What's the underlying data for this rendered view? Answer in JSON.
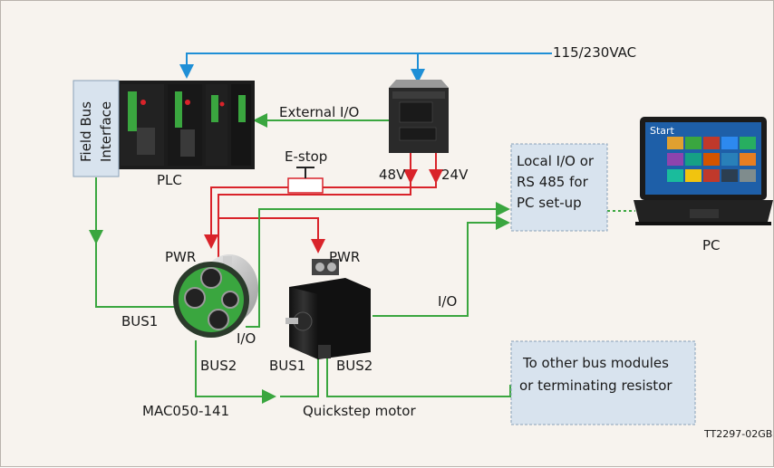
{
  "labels": {
    "mains": "115/230VAC",
    "field_bus_1": "Field Bus",
    "field_bus_2": "Interface",
    "external_io": "External I/O",
    "estop": "E-stop",
    "v48": "48V",
    "v24": "24V",
    "plc": "PLC",
    "local_io_1": "Local I/O or",
    "local_io_2": "RS 485 for",
    "local_io_3": "PC set-up",
    "pc": "PC",
    "pwr_left": "PWR",
    "pwr_right": "PWR",
    "bus1_left": "BUS1",
    "io_left": "I/O",
    "bus2_left": "BUS2",
    "bus1_right": "BUS1",
    "bus2_right": "BUS2",
    "io_right": "I/O",
    "mac": "MAC050-141",
    "quickstep": "Quickstep motor",
    "other_1": "To other bus modules",
    "other_2": "or terminating resistor",
    "code": "TT2297-02GB",
    "laptop_start": "Start"
  },
  "colors": {
    "background": "#f7f3ee",
    "mains_line": "#1f8fd6",
    "power_line": "#d9232a",
    "bus_line": "#3aa63f",
    "box_fill": "#d8e3ee"
  }
}
